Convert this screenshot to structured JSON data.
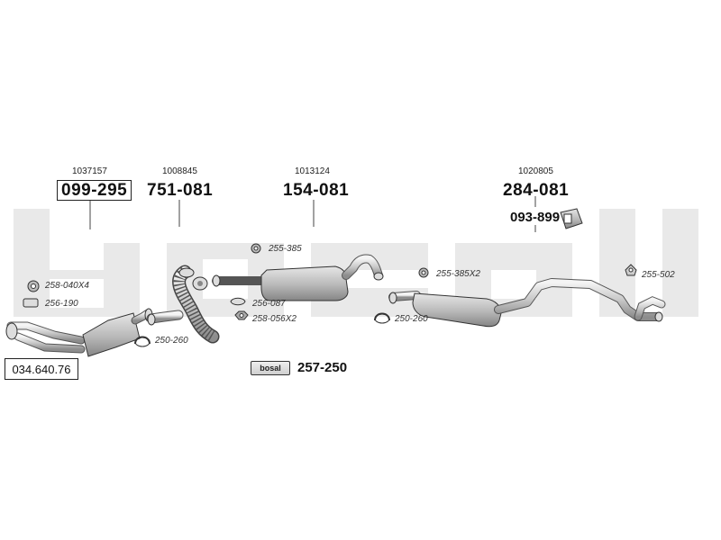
{
  "catalog_number": "034.640.76",
  "watermark": "bosal",
  "parts": {
    "p099_295": {
      "ref": "1037157",
      "number": "099-295"
    },
    "p751_081": {
      "ref": "1008845",
      "number": "751-081"
    },
    "p154_081": {
      "ref": "1013124",
      "number": "154-081"
    },
    "p284_081": {
      "ref": "1020805",
      "number": "284-081"
    },
    "p093_899": {
      "number": "093-899"
    }
  },
  "accessories": {
    "a258_040x4": "258-040X4",
    "a256_190": "256-190",
    "a250_260_left": "250-260",
    "a255_385": "255-385",
    "a256_087": "256-087",
    "a258_056x2": "258-056X2",
    "a255_385x2": "255-385X2",
    "a250_260_right": "250-260",
    "a255_502": "255-502"
  },
  "mounting_kit": {
    "logo": "bosal",
    "number": "257-250"
  }
}
